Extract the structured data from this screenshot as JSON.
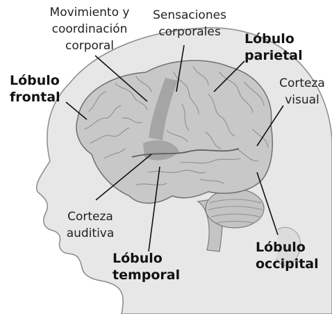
{
  "labels": {
    "movimiento": [
      "Movimiento y",
      "coordinación",
      "corporal"
    ],
    "sensaciones": [
      "Sensaciones",
      "corporales"
    ],
    "lobulo_parietal": [
      "Lóbulo",
      "parietal"
    ],
    "corteza_visual": [
      "Corteza",
      "visual"
    ],
    "lobulo_frontal": [
      "Lóbulo",
      "frontal"
    ],
    "corteza_auditiva": [
      "Corteza",
      "auditiva"
    ],
    "lobulo_temporal": [
      "Lóbulo",
      "temporal"
    ],
    "lobulo_occipital": [
      "Lóbulo",
      "occipital"
    ]
  },
  "colors": {
    "head": "#e7e7e7",
    "head_outline": "#8a8a8a",
    "brain": "#c8c8c8",
    "gyri": "#8f8f8f",
    "highlight": "#9a9a9a",
    "leader": "#111111"
  }
}
